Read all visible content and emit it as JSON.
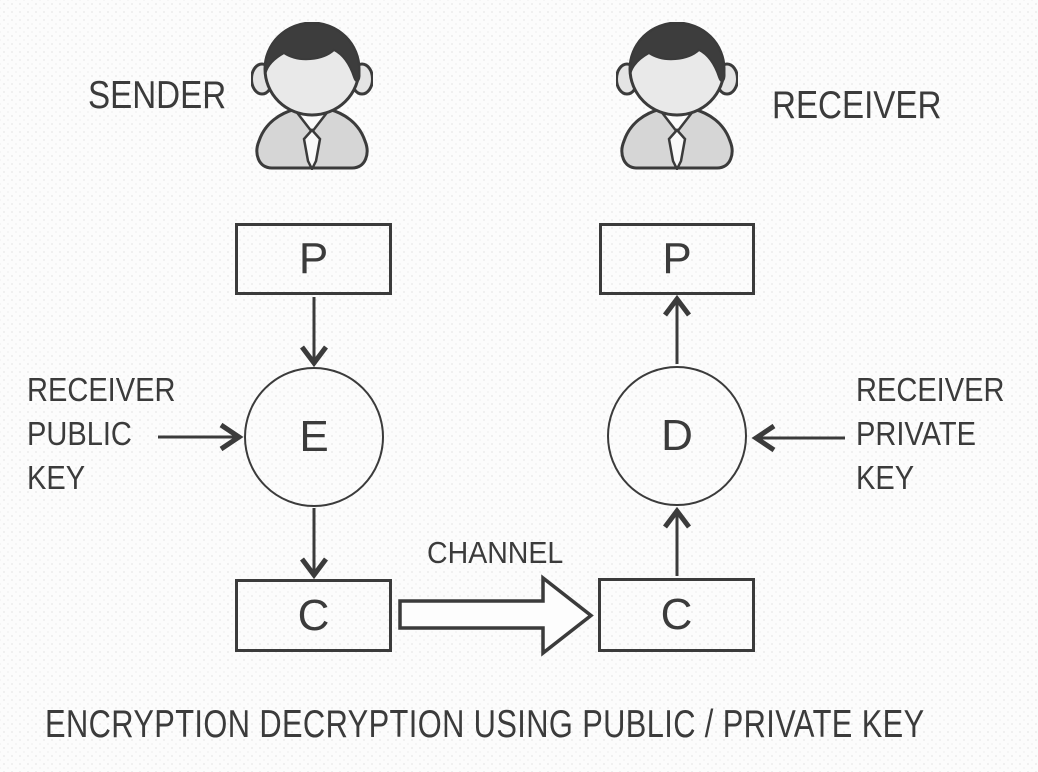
{
  "diagram": {
    "title": "ENCRYPTION DECRYPTION USING PUBLIC / PRIVATE KEY",
    "actors": {
      "sender": "SENDER",
      "receiver": "RECEIVER"
    },
    "nodes": {
      "plaintext_sender": "P",
      "encrypt": "E",
      "ciphertext_sender": "C",
      "ciphertext_receiver": "C",
      "decrypt": "D",
      "plaintext_receiver": "P"
    },
    "labels": {
      "public_key": "RECEIVER\nPUBLIC\nKEY",
      "private_key": "RECEIVER\nPRIVATE\nKEY",
      "channel": "CHANNEL"
    },
    "edges": [
      "P(sender) -> E",
      "RECEIVER PUBLIC KEY -> E",
      "E -> C(sender)",
      "C(sender) -> C(receiver) via CHANNEL",
      "C(receiver) -> D",
      "RECEIVER PRIVATE KEY -> D",
      "D -> P(receiver)"
    ],
    "colors": {
      "ink": "#3b3b3b",
      "background": "#fcfcfc",
      "face": "#e9e9e9",
      "torso": "#d6d6d6",
      "hair": "#3d3d3d",
      "tie": "#fafafa"
    }
  }
}
